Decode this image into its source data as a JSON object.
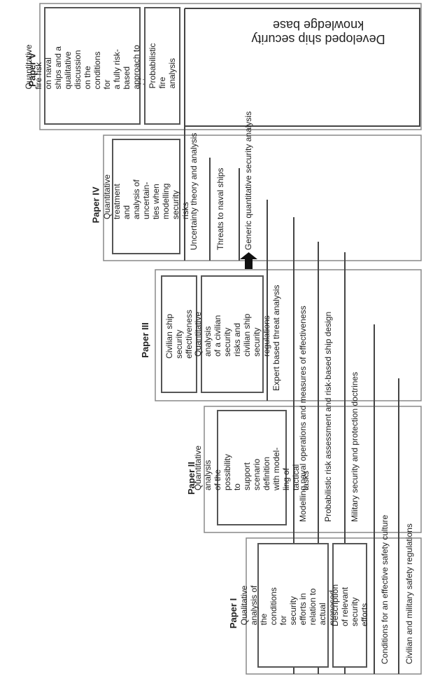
{
  "papers": {
    "p1": "Paper I",
    "p2": "Paper II",
    "p3": "Paper III",
    "p4": "Paper IV",
    "p5": "Paper V"
  },
  "boxes": {
    "p1_a": "Qualitative analysis of\nthe conditions for\nsecurity efforts in\nrelation to actual\nproposed efforts",
    "p1_b": "Description of relevant\nsecurity efforts",
    "p2_a": "Quantitative analysis\nof the possibility to\nsupport scenario\ndefinition with model-\nling of tactical tasks",
    "p3_a": "Civilian ship security\neffectiveness",
    "p3_b": "Quantitative analysis\nof a civilian security\nrisks and civilian ship\nsecurity regulations",
    "p4_a": "Quantitative\ntreatment and\nanalysis of uncertain-\nties when modelling\nsecurity risks",
    "p5_a": "Quantitative fire risk\non naval ships and a\nqualitative discussion\non the conditions for\na fully risk-based\napproach to ship\nsurvivability",
    "p5_b": "Probabilistic fire\nanalysis"
  },
  "knowledge_areas": {
    "k1": "Civilian and military safety regulations",
    "k2": "Conditions for an effective safety culture",
    "k3": "Military security and protection doctrines",
    "k4": "Probabilistic risk assessment and risk-based ship design",
    "k5": "Modelling naval operations and measures of effectiveness",
    "k6": "Expert based threat analysis",
    "k7": "Generic quantitative security analysis",
    "k8": "Threats to naval ships",
    "k9": "Uncertainty theory and analysis"
  },
  "knowledge_base": "Developed ship security\nknowledge base"
}
